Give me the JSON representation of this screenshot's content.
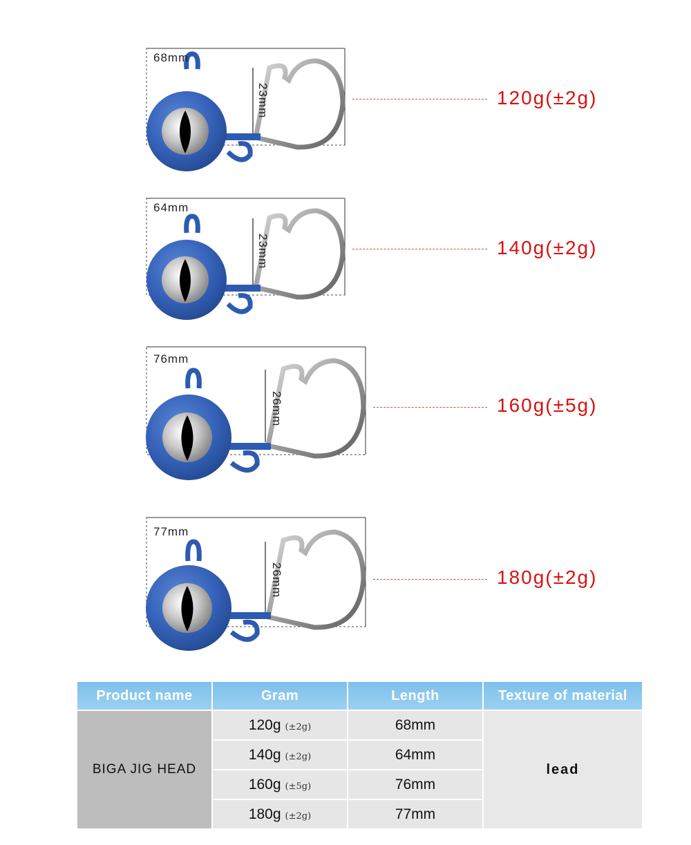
{
  "products": [
    {
      "length_label": "68mm",
      "size_label": "23mm",
      "weight": "120g(±2g)",
      "color": "#2c5bb0"
    },
    {
      "length_label": "64mm",
      "size_label": "23mm",
      "weight": "140g(±2g)",
      "color": "#2c5bb0"
    },
    {
      "length_label": "76mm",
      "size_label": "26mm",
      "weight": "160g(±5g)",
      "color": "#2c5bb0"
    },
    {
      "length_label": "77mm",
      "size_label": "26mm",
      "weight": "180g(±2g)",
      "color": "#2c5bb0"
    }
  ],
  "table": {
    "headers": [
      "Product name",
      "Gram",
      "Length",
      "Texture of material"
    ],
    "product_name": "BIGA JIG HEAD",
    "material": "lead",
    "rows": [
      {
        "gram": "120g",
        "tol": "(±2g)",
        "length": "68mm"
      },
      {
        "gram": "140g",
        "tol": "(±2g)",
        "length": "64mm"
      },
      {
        "gram": "160g",
        "tol": "(±5g)",
        "length": "76mm"
      },
      {
        "gram": "180g",
        "tol": "(±2g)",
        "length": "77mm"
      }
    ]
  }
}
